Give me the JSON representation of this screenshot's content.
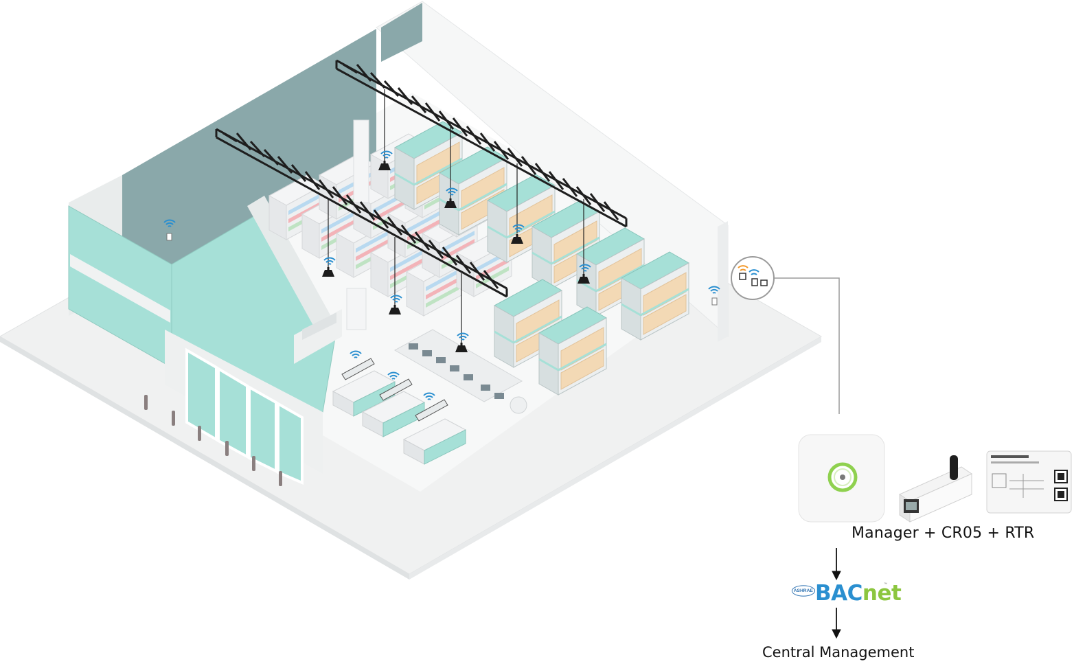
{
  "labels": {
    "devices": "Manager + CR05 + RTR",
    "central": "Central Management"
  },
  "logo": {
    "ashrae": "ASHRAE",
    "bacnet_left": "BAC",
    "bacnet_right": "net",
    "trademark": "™"
  },
  "colors": {
    "teal": "#a6e0d7",
    "teal_dark": "#8aa8aa",
    "floor": "#f0f1f1",
    "wifi_blue": "#2a8fd0",
    "wifi_orange": "#f29a2e",
    "truss": "#222222",
    "box": "#f3d9b5",
    "manager_ring": "#8fd14f"
  },
  "icons": [
    "wifi-icon",
    "pendant-light-icon",
    "truss-icon",
    "shelf-icon",
    "rack-icon",
    "manager-device-icon",
    "cr05-sensor-icon",
    "rtr-controller-icon",
    "arrow-down-icon"
  ]
}
